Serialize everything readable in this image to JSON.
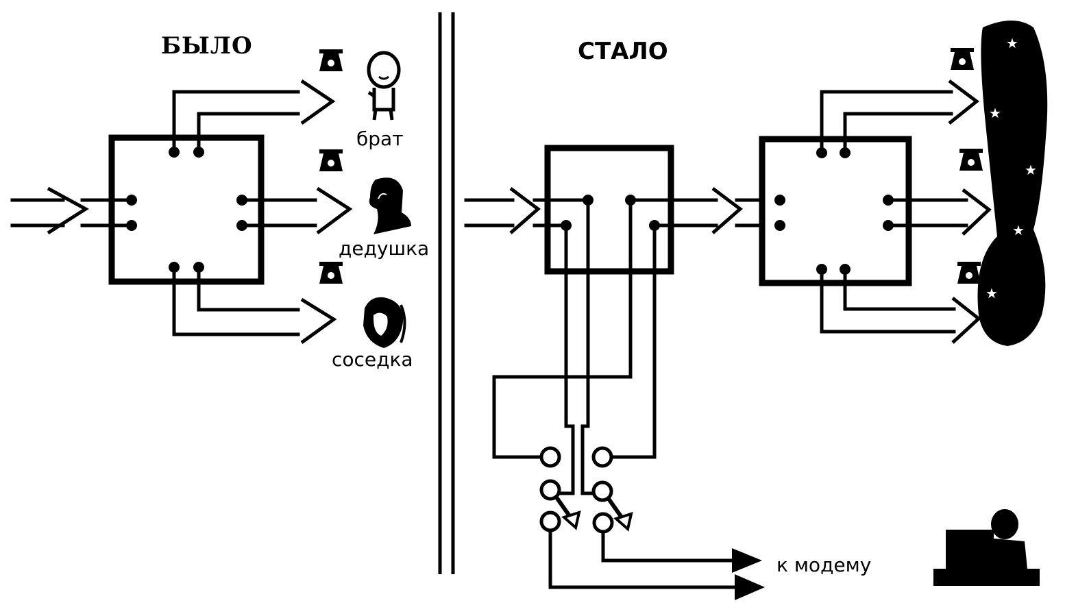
{
  "colors": {
    "ink": "#000000",
    "paper": "#ffffff"
  },
  "before": {
    "title": "БЫЛО",
    "outputs": [
      {
        "label": "брат",
        "icons": [
          "phone-icon",
          "child-icon"
        ]
      },
      {
        "label": "дедушка",
        "icons": [
          "phone-icon",
          "grandfather-icon"
        ]
      },
      {
        "label": "соседка",
        "icons": [
          "phone-icon",
          "neighbor-woman-icon"
        ]
      }
    ]
  },
  "after": {
    "title": "СТАЛО",
    "modem_label": "к модему",
    "outputs_icons": [
      "phone-icon",
      "phone-icon",
      "phone-icon",
      "night-sky-icon",
      "moon-icon",
      "star-icon"
    ],
    "switch_icon": "switch-icon",
    "computer_icon": "computer-user-icon"
  }
}
